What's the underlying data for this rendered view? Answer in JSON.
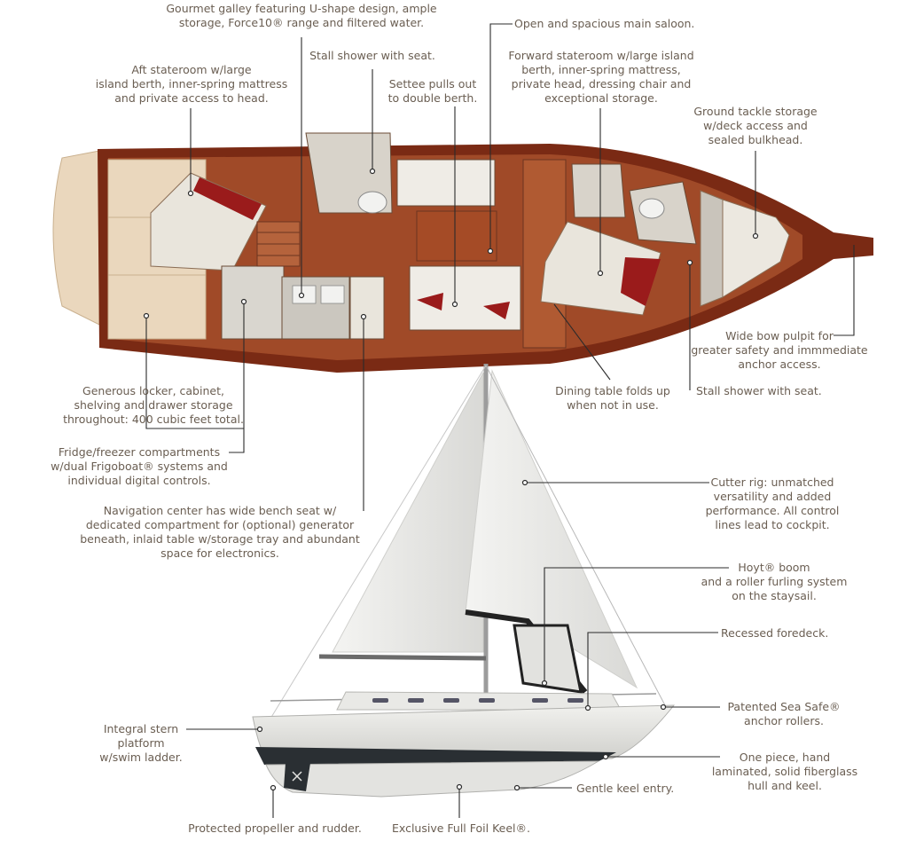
{
  "annotations": {
    "galley": "Gourmet galley featuring U-shape design, ample\nstorage, Force10® range and filtered water.",
    "saloon": "Open and spacious main saloon.",
    "stall_shower_top": "Stall shower with seat.",
    "aft_stateroom": "Aft stateroom w/large\nisland berth, inner-spring mattress\nand private access to head.",
    "forward_stateroom": "Forward stateroom w/large island\nberth, inner-spring mattress,\nprivate head, dressing chair and\nexceptional storage.",
    "settee": "Settee pulls out\nto double berth.",
    "ground_tackle": "Ground tackle storage\nw/deck access and\nsealed bulkhead.",
    "bow_pulpit": "Wide bow pulpit for\ngreater safety and immmediate\nanchor access.",
    "stall_shower_right": "Stall shower with seat.",
    "dining_table": "Dining table folds up\nwhen not in use.",
    "locker": "Generous locker, cabinet,\nshelving and drawer storage\nthroughout: 400 cubic feet total.",
    "fridge": "Fridge/freezer compartments\nw/dual Frigoboat® systems and\nindividual digital controls.",
    "navigation": "Navigation center has wide bench seat w/\ndedicated compartment for (optional) generator\nbeneath, inlaid table w/storage tray and abundant\nspace for electronics.",
    "cutter_rig": "Cutter rig: unmatched\nversatility and added\nperformance. All control\nlines lead to cockpit.",
    "hoyt_boom": "Hoyt® boom\nand a roller furling system\non the staysail.",
    "foredeck": "Recessed foredeck.",
    "anchor_rollers": "Patented Sea Safe®\nanchor rollers.",
    "stern_platform": "Integral stern\nplatform\nw/swim ladder.",
    "hull": "One piece, hand\nlaminated, solid fiberglass\nhull and keel.",
    "keel_entry": "Gentle keel entry.",
    "propeller": "Protected propeller and rudder.",
    "full_foil_keel": "Exclusive Full Foil Keel®."
  },
  "colors": {
    "text": "#6a5e52",
    "leader": "#2b2b2b",
    "hull_wood": "#7a2a14",
    "sole_wood": "#a04a28",
    "cushion": "#eeeae2",
    "accent_red": "#9a1b1b",
    "deck": "#ead7bd",
    "sail": "#eeeeec",
    "boot_stripe": "#2a2f33"
  }
}
